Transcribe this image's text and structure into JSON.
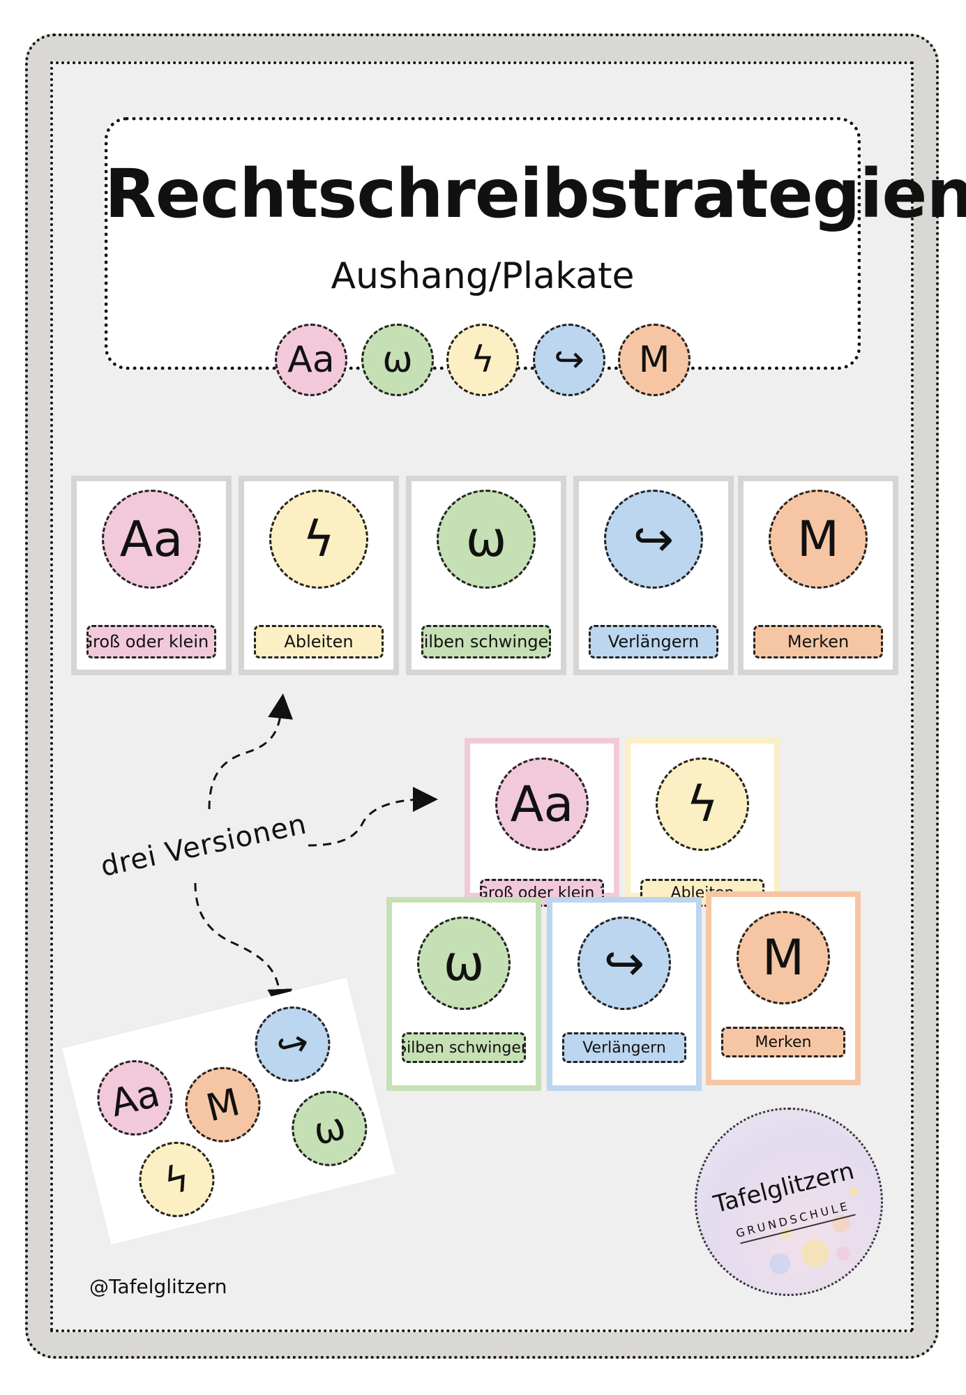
{
  "title": "Rechtschreibstrategien",
  "subtitle": "Aushang/Plakate",
  "symbols": {
    "gross_klein": "Aa",
    "silben": "ω",
    "ableiten": "ϟ",
    "verlaengern": "↪",
    "merken": "M"
  },
  "labels": {
    "gross_klein": "Groß oder klein ?",
    "ableiten": "Ableiten",
    "silben": "Silben schwingen",
    "verlaengern": "Verlängern",
    "merken": "Merken"
  },
  "annotation": "drei Versionen",
  "logo": {
    "name": "Tafelglitzern",
    "sub": "GRUNDSCHULE"
  },
  "handle": "@Tafelglitzern",
  "colors": {
    "pink": "#f2c9da",
    "green": "#c6e0b5",
    "yellow": "#fbefc3",
    "blue": "#bcd6ef",
    "orange": "#f6c6a4",
    "grey_border": "#d6d5d2"
  }
}
